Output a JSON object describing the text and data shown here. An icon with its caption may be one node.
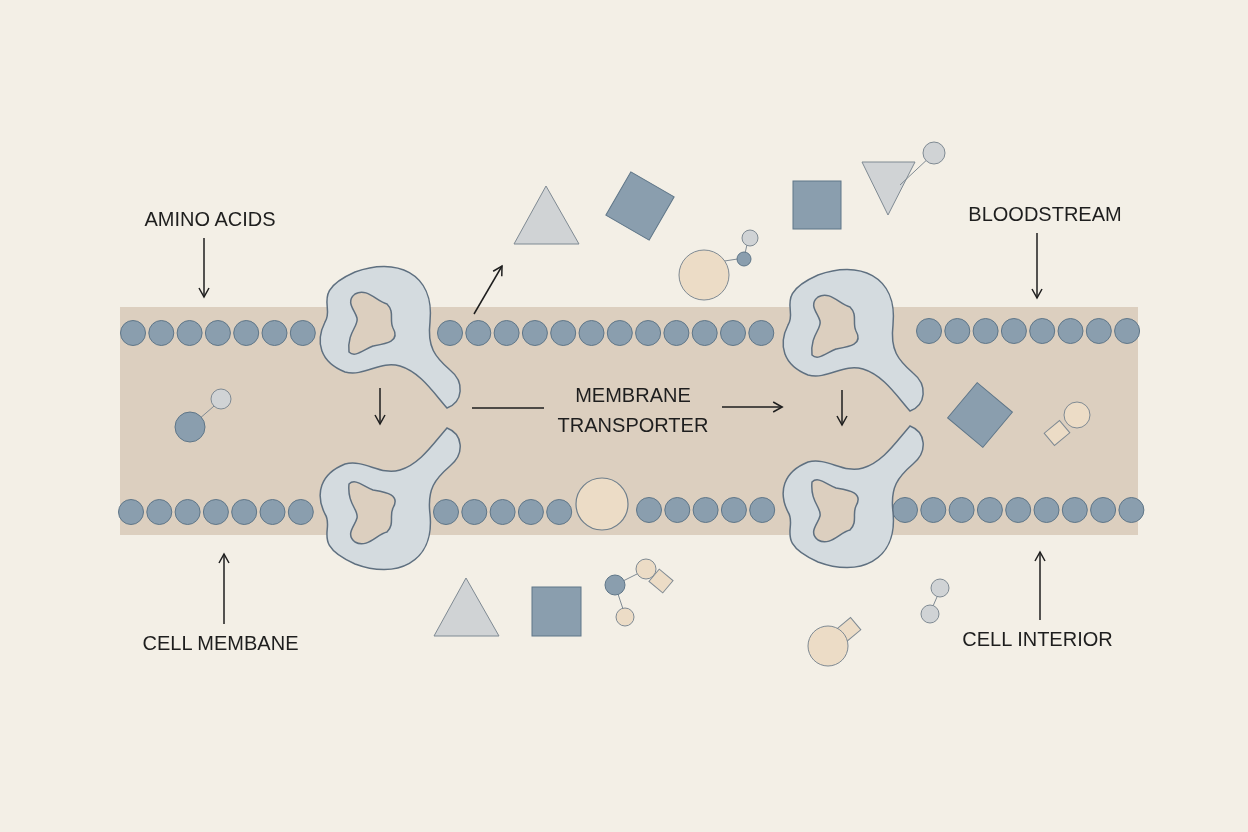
{
  "diagram": {
    "nodes": [
      {
        "text": [
          "AMINO ACIDS"
        ]
      },
      {
        "text": [
          "BLOODSTREAM"
        ]
      },
      {
        "text": [
          "MEMBRANE TRANSPORTER"
        ]
      },
      {
        "text": [
          "CELL MEMBANE"
        ]
      },
      {
        "text": [
          "CELL INTERIOR"
        ]
      },
      {
        "text": [],
        "shape": "picture"
      },
      {
        "text": [],
        "shape": "picture"
      },
      {
        "text": [],
        "shape": "picture"
      },
      {
        "text": [],
        "shape": "picture"
      }
    ],
    "edges": [
      {
        "from": 0,
        "to": null,
        "arrow": "to"
      },
      {
        "from": 1,
        "to": null,
        "arrow": "to"
      },
      {
        "from": 2,
        "to": null,
        "arrow": "none"
      },
      {
        "from": 2,
        "to": 7,
        "arrow": "to"
      },
      {
        "from": 3,
        "to": null,
        "arrow": "to"
      },
      {
        "from": 4,
        "to": null,
        "arrow": "to"
      }
    ]
  }
}
